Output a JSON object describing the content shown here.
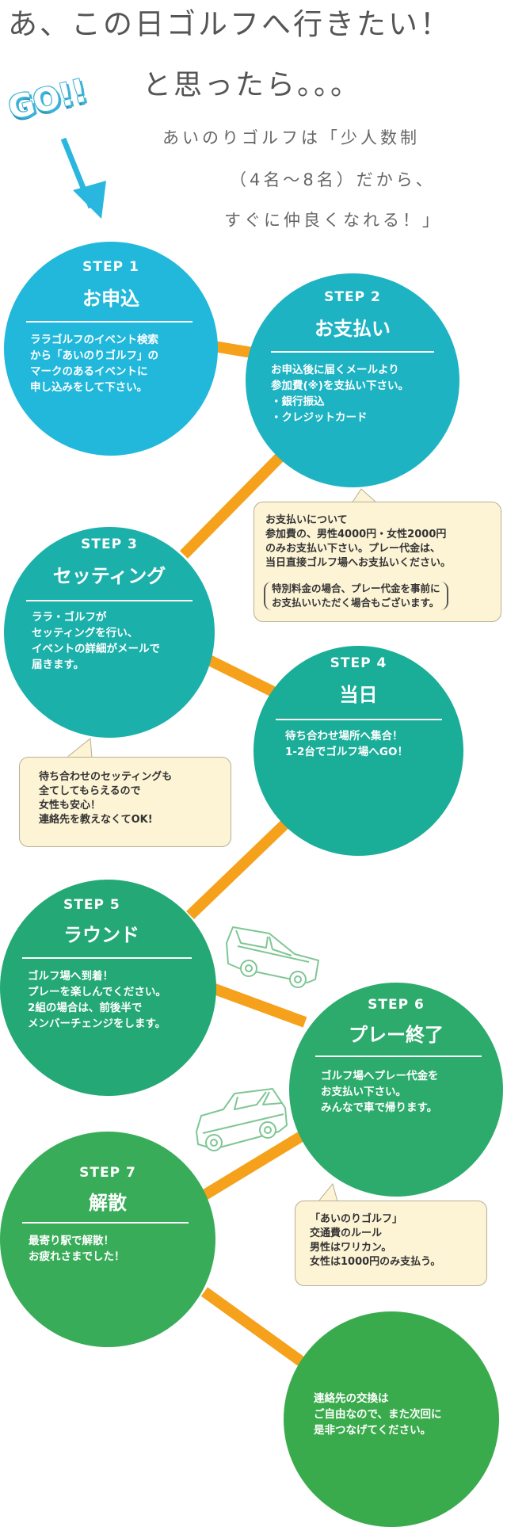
{
  "hero": {
    "line1": "あ、この日ゴルフへ行きたい！",
    "line2": "と思ったら。。。",
    "sub1": "あいのりゴルフは「少人数制",
    "sub2": "（4名〜8名）だから、",
    "sub3": "すぐに仲良くなれる！」",
    "go_badge": "GO!!"
  },
  "steps": [
    {
      "label": "STEP 1",
      "title": "お申込",
      "body": [
        "ララゴルフのイベント検索",
        "から「あいのりゴルフ」の",
        "マークのあるイベントに",
        "申し込みをして下さい。"
      ]
    },
    {
      "label": "STEP 2",
      "title": "お支払い",
      "body": [
        "お申込後に届くメールより",
        "参加費(※)を支払い下さい。",
        "・銀行振込",
        "・クレジットカード"
      ]
    },
    {
      "label": "STEP 3",
      "title": "セッティング",
      "body": [
        "ララ・ゴルフが",
        "セッティングを行い、",
        "イベントの詳細がメールで",
        "届きます。"
      ]
    },
    {
      "label": "STEP 4",
      "title": "当日",
      "body": [
        "待ち合わせ場所へ集合！",
        "1-2台でゴルフ場へGO！"
      ]
    },
    {
      "label": "STEP 5",
      "title": "ラウンド",
      "body": [
        "ゴルフ場へ到着！",
        "プレーを楽しんでください。",
        "2組の場合は、前後半で",
        "メンバーチェンジをします。"
      ]
    },
    {
      "label": "STEP 6",
      "title": "プレー終了",
      "body": [
        "ゴルフ場へプレー代金を",
        "お支払い下さい。",
        "みんなで車で帰ります。"
      ]
    },
    {
      "label": "STEP 7",
      "title": "解散",
      "body": [
        "最寄り駅で解散！",
        "お疲れさまでした！"
      ]
    },
    {
      "label": "",
      "title": "",
      "body": [
        "連絡先の交換は",
        "ご自由なので、また次回に",
        "是非つなげてください。"
      ]
    }
  ],
  "notes": {
    "payment": {
      "lines": [
        "お支払いについて",
        "参加費の、男性4000円・女性2000円",
        "のみお支払い下さい。プレー代金は、",
        "当日直接ゴルフ場へお支払いください。"
      ],
      "paren": [
        "特別料金の場合、プレー代金を事前に",
        "お支払いいただく場合もございます。"
      ]
    },
    "setting": {
      "lines": [
        "待ち合わせのセッティングも",
        "全てしてもらえるので",
        "女性も安心！",
        "連絡先を教えなくてOK!"
      ]
    },
    "rules": {
      "lines": [
        "「あいのりゴルフ」",
        "交通費のルール",
        "男性はワリカン。",
        "女性は1000円のみ支払う。"
      ]
    }
  },
  "colors": {
    "connector": "#f5a11b",
    "note_bg": "#fdf4d6",
    "step_colors": [
      "#22b8dc",
      "#1eb3c3",
      "#1cb0aa",
      "#1aad98",
      "#24a876",
      "#2cab6c",
      "#38ac58",
      "#3aab4c"
    ],
    "car_outline": "#7fc694",
    "go_arrow": "#29b6df"
  },
  "icons": [
    "car-icon",
    "down-arrow-icon"
  ]
}
